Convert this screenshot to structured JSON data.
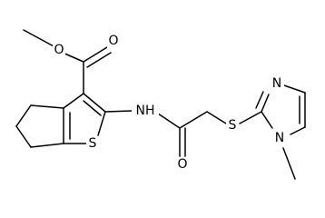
{
  "molecule": {
    "atoms": {
      "o_methoxy": "O",
      "o_carbonyl_ester": "O",
      "nh": "NH",
      "s_thiophene": "S",
      "o_carbonyl_amide": "O",
      "s_thioether": "S",
      "n_imidazole_top": "N",
      "n_imidazole_methyl": "N"
    }
  }
}
